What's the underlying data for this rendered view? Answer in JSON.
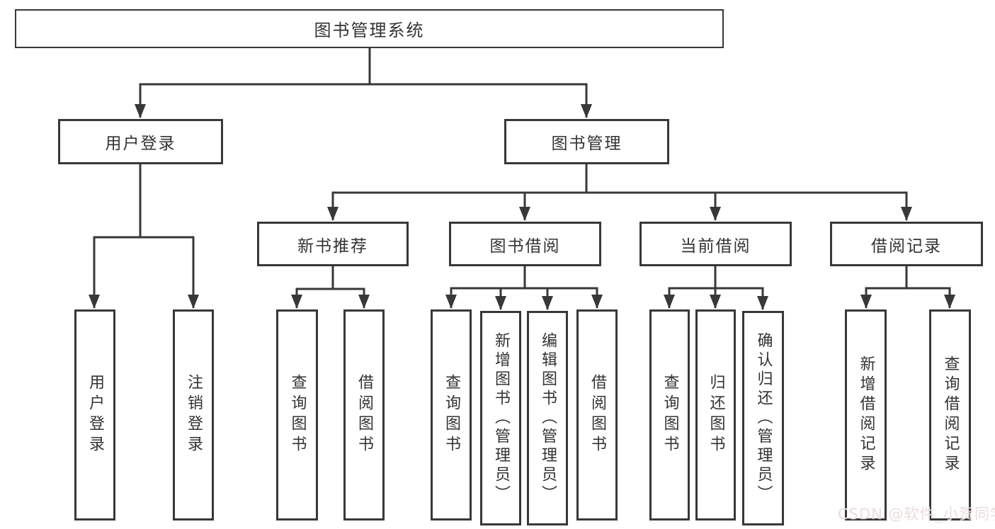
{
  "diagram": {
    "type": "hierarchy-tree",
    "title": "图书管理系统",
    "colors": {
      "line": "#383838",
      "box_border": "#383838",
      "box_background": "#ffffff",
      "text": "#333333",
      "watermark": "#eadcdc",
      "background": "#ffffff"
    },
    "watermark": "CSDN @软件_小贺同学"
  },
  "nodes": {
    "root": {
      "label": "图书管理系统"
    },
    "user_login": {
      "label": "用户登录"
    },
    "book_mgmt": {
      "label": "图书管理"
    },
    "new_book_rec": {
      "label": "新书推荐"
    },
    "book_borrow": {
      "label": "图书借阅"
    },
    "current_borrow": {
      "label": "当前借阅"
    },
    "borrow_records": {
      "label": "借阅记录"
    },
    "leaf_user_login": {
      "label": "用户登录"
    },
    "leaf_logout": {
      "label": "注销登录"
    },
    "leaf_nbr_query": {
      "label": "查询图书"
    },
    "leaf_nbr_borrow": {
      "label": "借阅图书"
    },
    "leaf_bb_query": {
      "label": "查询图书"
    },
    "leaf_bb_add": {
      "label": "新增图书（管理员）"
    },
    "leaf_bb_edit": {
      "label": "编辑图书（管理员）"
    },
    "leaf_bb_borrow": {
      "label": "借阅图书"
    },
    "leaf_cb_query": {
      "label": "查询图书"
    },
    "leaf_cb_return": {
      "label": "归还图书"
    },
    "leaf_cb_confirm": {
      "label": "确认归还（管理员）"
    },
    "leaf_br_add": {
      "label": "新增借阅记录"
    },
    "leaf_br_query": {
      "label": "查询借阅记录"
    }
  },
  "structure": {
    "图书管理系统": [
      "用户登录",
      "图书管理"
    ],
    "用户登录": [
      "用户登录",
      "注销登录"
    ],
    "图书管理": [
      "新书推荐",
      "图书借阅",
      "当前借阅",
      "借阅记录"
    ],
    "新书推荐": [
      "查询图书",
      "借阅图书"
    ],
    "图书借阅": [
      "查询图书",
      "新增图书（管理员）",
      "编辑图书（管理员）",
      "借阅图书"
    ],
    "当前借阅": [
      "查询图书",
      "归还图书",
      "确认归还（管理员）"
    ],
    "借阅记录": [
      "新增借阅记录",
      "查询借阅记录"
    ]
  }
}
